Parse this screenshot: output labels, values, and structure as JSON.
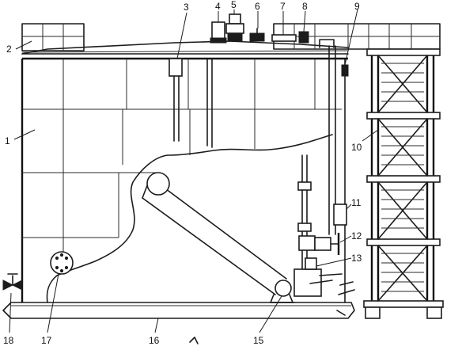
{
  "labels": [
    {
      "id": "1",
      "text": "1"
    },
    {
      "id": "2",
      "text": "2"
    },
    {
      "id": "3",
      "text": "3"
    },
    {
      "id": "4",
      "text": "4"
    },
    {
      "id": "5",
      "text": "5"
    },
    {
      "id": "6",
      "text": "6"
    },
    {
      "id": "7",
      "text": "7"
    },
    {
      "id": "8",
      "text": "8"
    },
    {
      "id": "9",
      "text": "9"
    },
    {
      "id": "10",
      "text": "10"
    },
    {
      "id": "11",
      "text": "11"
    },
    {
      "id": "12",
      "text": "12"
    },
    {
      "id": "13",
      "text": "13"
    },
    {
      "id": "15",
      "text": "15"
    },
    {
      "id": "16",
      "text": "16"
    },
    {
      "id": "17",
      "text": "17"
    },
    {
      "id": "18",
      "text": "18"
    }
  ]
}
